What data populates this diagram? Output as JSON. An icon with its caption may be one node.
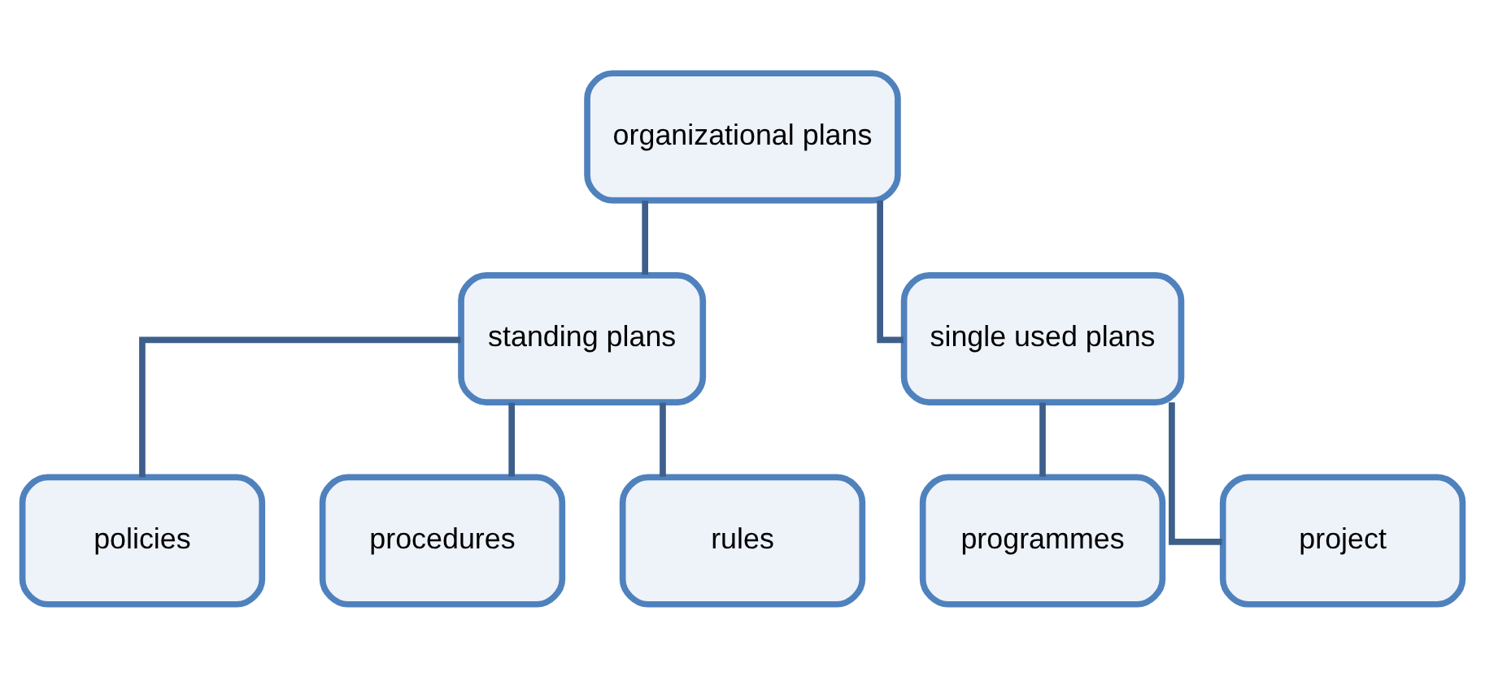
{
  "diagram": {
    "nodes": [
      {
        "text": [
          "organizational plans"
        ]
      },
      {
        "text": [
          "standing plans"
        ]
      },
      {
        "text": [
          "single used plans"
        ]
      },
      {
        "text": [
          "policies"
        ]
      },
      {
        "text": [
          "procedures"
        ]
      },
      {
        "text": [
          "rules"
        ]
      },
      {
        "text": [
          "programmes"
        ]
      },
      {
        "text": [
          "project"
        ]
      }
    ],
    "edges": [
      {
        "from": 0,
        "to": 1,
        "arrow": "none"
      },
      {
        "from": 0,
        "to": 2,
        "arrow": "none"
      },
      {
        "from": 1,
        "to": 3,
        "arrow": "none"
      },
      {
        "from": 1,
        "to": 4,
        "arrow": "none"
      },
      {
        "from": 1,
        "to": 5,
        "arrow": "none"
      },
      {
        "from": 2,
        "to": 6,
        "arrow": "none"
      },
      {
        "from": 2,
        "to": 7,
        "arrow": "none"
      }
    ]
  }
}
